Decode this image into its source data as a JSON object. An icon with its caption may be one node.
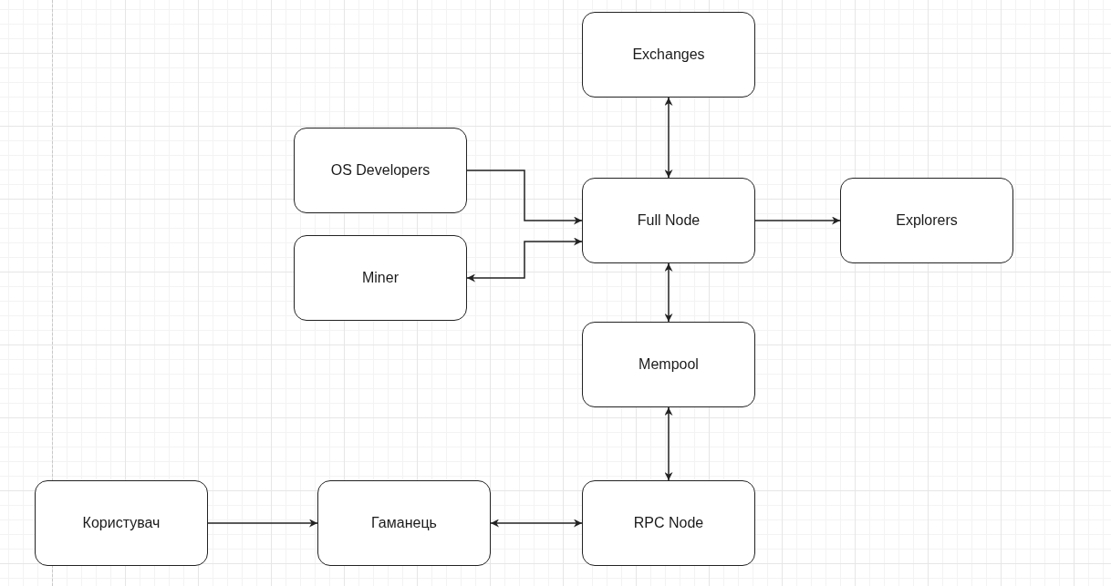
{
  "diagram": {
    "nodes": [
      {
        "text": [
          "Exchanges"
        ]
      },
      {
        "text": [
          "OS Developers"
        ]
      },
      {
        "text": [
          "Full Node"
        ]
      },
      {
        "text": [
          "Explorers"
        ]
      },
      {
        "text": [
          "Miner"
        ]
      },
      {
        "text": [
          "Mempool"
        ]
      },
      {
        "text": [
          "Користувач"
        ]
      },
      {
        "text": [
          "Гаманець"
        ]
      },
      {
        "text": [
          "RPC Node"
        ]
      }
    ],
    "edges": [
      {
        "from": 0,
        "to": 2,
        "arrow": "both"
      },
      {
        "from": 1,
        "to": 2,
        "arrow": "to"
      },
      {
        "from": 4,
        "to": 2,
        "arrow": "both"
      },
      {
        "from": 2,
        "to": 3,
        "arrow": "to"
      },
      {
        "from": 2,
        "to": 5,
        "arrow": "both"
      },
      {
        "from": 5,
        "to": 8,
        "arrow": "both"
      },
      {
        "from": 6,
        "to": 7,
        "arrow": "to"
      },
      {
        "from": 7,
        "to": 8,
        "arrow": "both"
      }
    ]
  }
}
